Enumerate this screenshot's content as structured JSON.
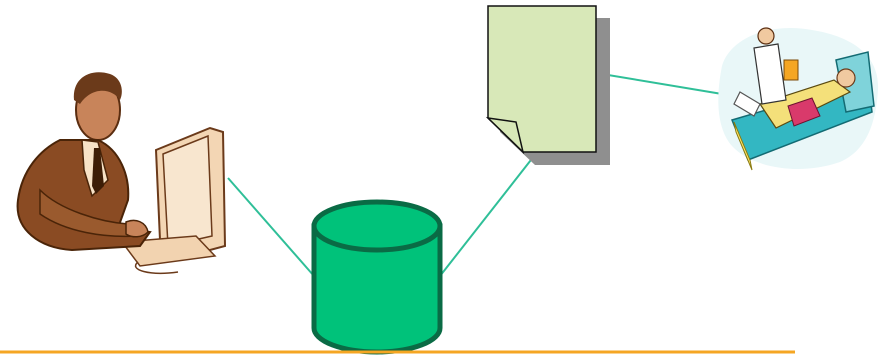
{
  "diagram": {
    "background": "#ffffff",
    "nodes": [
      {
        "id": "user-at-computer",
        "icon": "person-at-computer-clipart"
      },
      {
        "id": "database",
        "icon": "database-cylinder-icon"
      },
      {
        "id": "document",
        "icon": "document-page-icon"
      },
      {
        "id": "hospital-patient",
        "icon": "doctor-and-patient-clipart"
      }
    ],
    "connections": [
      {
        "from": "user-at-computer",
        "to": "database"
      },
      {
        "from": "database",
        "to": "document"
      },
      {
        "from": "document",
        "to": "hospital-patient"
      }
    ],
    "colors": {
      "connector": "#2fbf98",
      "database_fill": "#00c27a",
      "database_outline": "#0a6b45",
      "document_fill": "#d8e8b8",
      "document_shadow": "#8f8f8f",
      "baseline": "#f5a623",
      "skin": "#c8845a",
      "suit": "#8a4b23",
      "monitor": "#f3d6b4"
    }
  }
}
